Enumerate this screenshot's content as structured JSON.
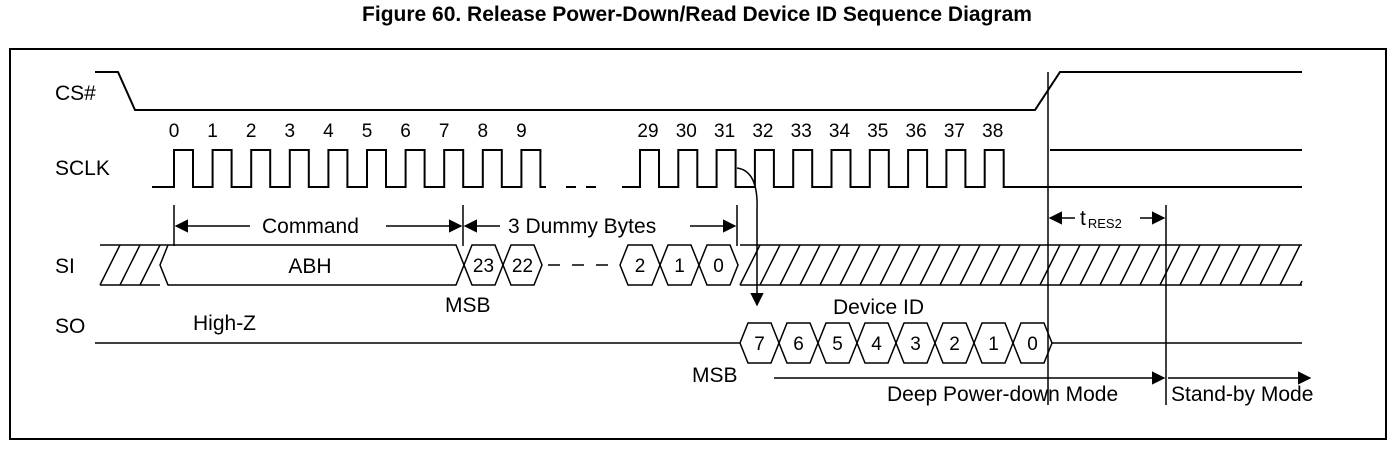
{
  "figure": {
    "title": "Figure 60. Release Power-Down/Read Device ID Sequence Diagram"
  },
  "signals": {
    "cs": "CS#",
    "sclk": "SCLK",
    "si": "SI",
    "so": "SO"
  },
  "clock_numbers": {
    "first": [
      "0",
      "1",
      "2",
      "3",
      "4",
      "5",
      "6",
      "7",
      "8",
      "9"
    ],
    "last": [
      "29",
      "30",
      "31",
      "32",
      "33",
      "34",
      "35",
      "36",
      "37",
      "38"
    ]
  },
  "labels": {
    "command": "Command",
    "dummy_bytes": "3 Dummy Bytes",
    "command_code": "ABH",
    "msb_si": "MSB",
    "high_z": "High-Z",
    "device_id": "Device ID",
    "msb_so": "MSB",
    "t_res_main": "t",
    "t_res_sub": "RES2",
    "deep_power_down": "Deep Power-down Mode",
    "stand_by": "Stand-by Mode"
  },
  "si_bits": [
    "23",
    "22",
    "2",
    "1",
    "0"
  ],
  "so_bits": [
    "7",
    "6",
    "5",
    "4",
    "3",
    "2",
    "1",
    "0"
  ]
}
